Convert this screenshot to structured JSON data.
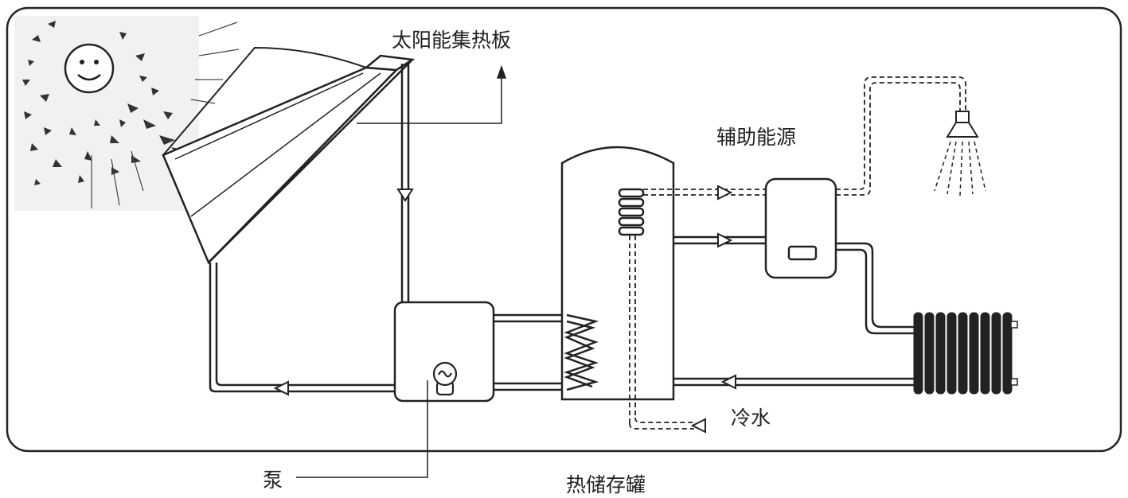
{
  "labels": {
    "collector": "太阳能集热板",
    "auxiliary_energy": "辅助能源",
    "cold_water": "冷水",
    "pump": "泵",
    "storage_tank": "热储存罐"
  },
  "colors": {
    "line": "#222222",
    "background": "#ffffff",
    "sun_haze": "#f1f1f1"
  }
}
